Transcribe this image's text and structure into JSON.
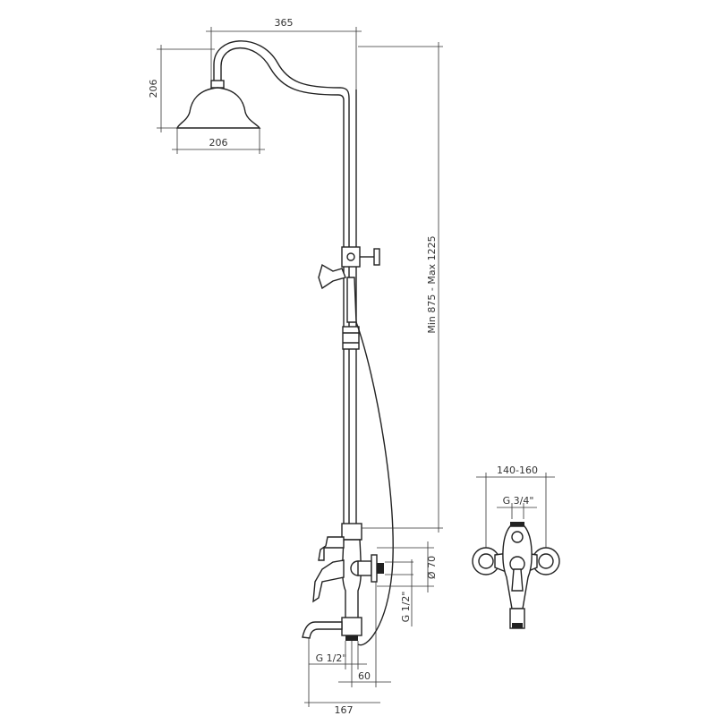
{
  "dimensions": {
    "arm_reach": "365",
    "head_height": "206",
    "head_diameter": "206",
    "column_height": "Min 875 - Max 1225",
    "rosette_diameter": "Ø 70",
    "inlet_thread_side": "G 1/2\"",
    "outlet_thread": "G 1/2\"",
    "spout_offset": "60",
    "spout_reach": "167",
    "centers_distance": "140-160",
    "top_thread": "G 3/4\""
  },
  "colors": {
    "line": "#222222",
    "background": "#ffffff"
  }
}
